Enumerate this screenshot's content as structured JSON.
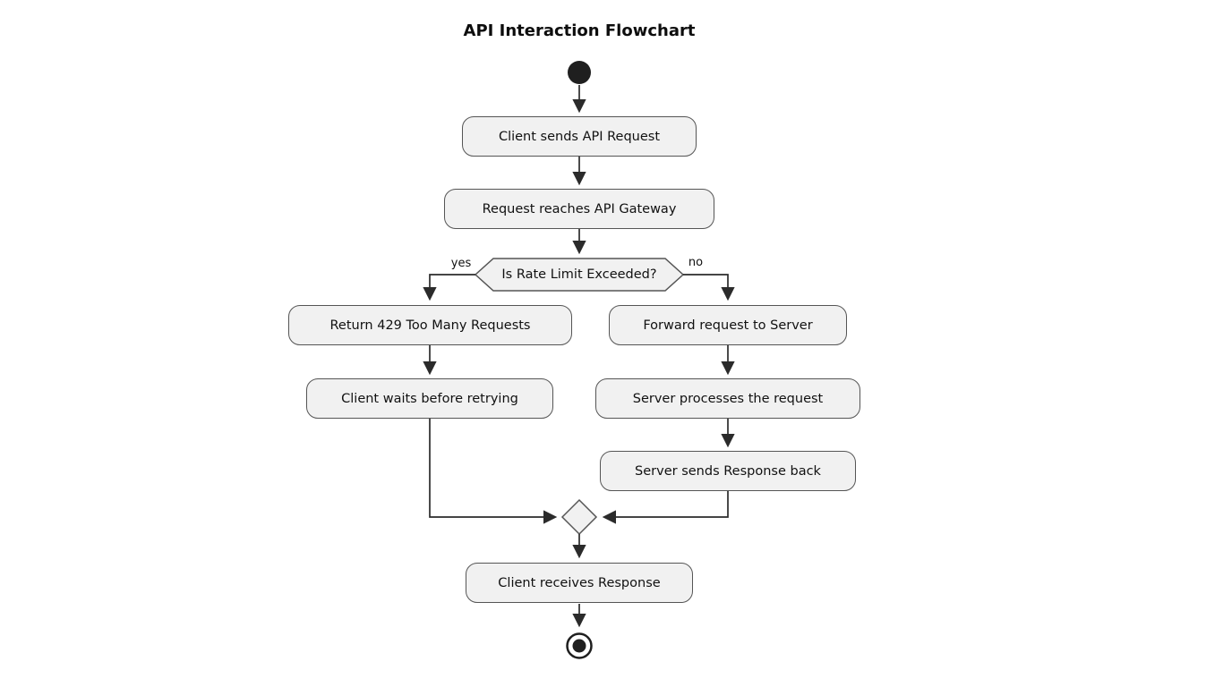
{
  "diagram": {
    "title": "API Interaction Flowchart",
    "type": "activity-flowchart",
    "nodes": {
      "start": {
        "type": "initial"
      },
      "client_sends": {
        "label": "Client sends API Request"
      },
      "gateway": {
        "label": "Request reaches API Gateway"
      },
      "rate_limit_decision": {
        "label": "Is Rate Limit Exceeded?",
        "type": "decision"
      },
      "return_429": {
        "label": "Return 429 Too Many Requests",
        "branch": "yes"
      },
      "client_waits": {
        "label": "Client waits before retrying",
        "branch": "yes"
      },
      "forward_request": {
        "label": "Forward request to Server",
        "branch": "no"
      },
      "server_processes": {
        "label": "Server processes the request",
        "branch": "no"
      },
      "server_response": {
        "label": "Server sends Response back",
        "branch": "no"
      },
      "merge": {
        "type": "merge-diamond"
      },
      "client_receives": {
        "label": "Client receives Response"
      },
      "end": {
        "type": "final"
      }
    },
    "edge_labels": {
      "yes": "yes",
      "no": "no"
    },
    "edges": [
      "start -> client_sends",
      "client_sends -> gateway",
      "gateway -> rate_limit_decision",
      "rate_limit_decision -[yes]-> return_429",
      "return_429 -> client_waits",
      "client_waits -> merge",
      "rate_limit_decision -[no]-> forward_request",
      "forward_request -> server_processes",
      "server_processes -> server_response",
      "server_response -> merge",
      "merge -> client_receives",
      "client_receives -> end"
    ],
    "colors": {
      "background": "#ffffff",
      "node_fill": "#f1f1f1",
      "node_border": "#555555",
      "connector": "#2b2b2b",
      "text": "#111111"
    }
  }
}
